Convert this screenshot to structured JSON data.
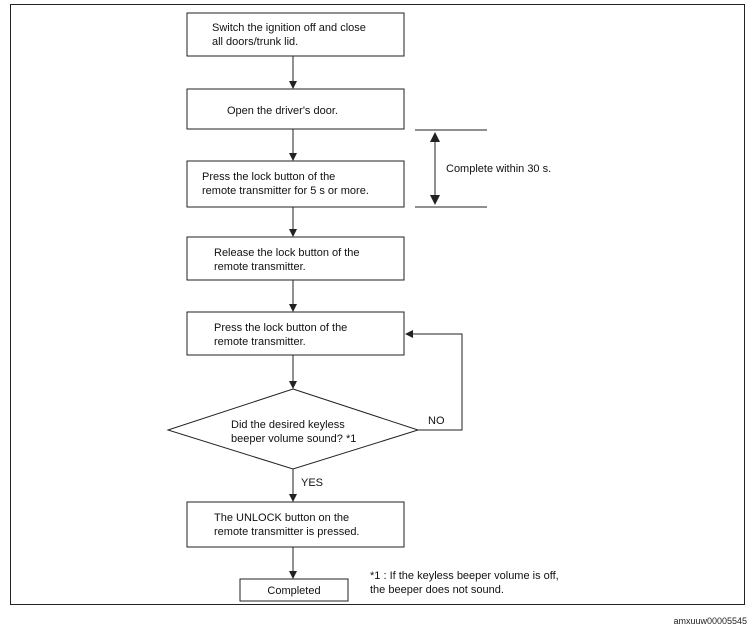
{
  "flowchart": {
    "steps": [
      {
        "lines": [
          "Switch the ignition off and close",
          "all doors/trunk lid."
        ]
      },
      {
        "lines": [
          "Open the driver's door."
        ]
      },
      {
        "lines": [
          "Press the lock button of the",
          "remote transmitter for 5 s or more."
        ]
      },
      {
        "lines": [
          "Release the lock button of the",
          "remote transmitter."
        ]
      },
      {
        "lines": [
          "Press the lock button of the",
          "remote transmitter."
        ]
      },
      {
        "lines": [
          "The UNLOCK button on the",
          "remote transmitter is pressed."
        ]
      }
    ],
    "decision": {
      "lines": [
        "Did the desired keyless",
        "beeper volume sound? *1"
      ]
    },
    "no_label": "NO",
    "yes_label": "YES",
    "end_label": "Completed",
    "timing_note": "Complete within 30 s.",
    "footnote_lines": [
      "*1 : If the keyless beeper volume is off,",
      "the beeper does not sound."
    ]
  },
  "image_id": "amxuuw00005545"
}
